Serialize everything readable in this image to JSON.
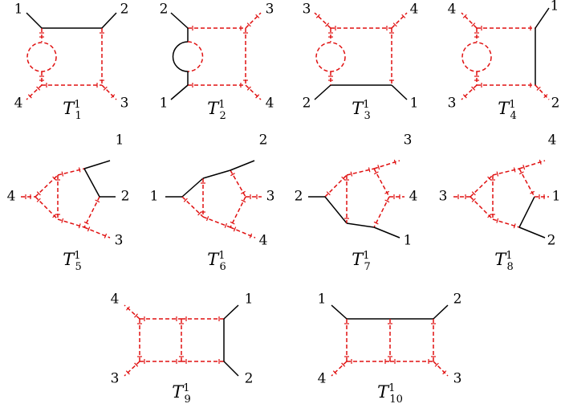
{
  "colors": {
    "massive": "#000000",
    "massless": "#e01010"
  },
  "diagrams": [
    {
      "id": "T1",
      "title": "T",
      "sub": "1",
      "sup": "1",
      "labels": [
        "1",
        "2",
        "3",
        "4"
      ]
    },
    {
      "id": "T2",
      "title": "T",
      "sub": "2",
      "sup": "1",
      "labels": [
        "1",
        "2",
        "3",
        "4"
      ]
    },
    {
      "id": "T3",
      "title": "T",
      "sub": "3",
      "sup": "1",
      "labels": [
        "1",
        "2",
        "3",
        "4"
      ]
    },
    {
      "id": "T4",
      "title": "T",
      "sub": "4",
      "sup": "1",
      "labels": [
        "1",
        "2",
        "3",
        "4"
      ]
    },
    {
      "id": "T5",
      "title": "T",
      "sub": "5",
      "sup": "1",
      "labels": [
        "1",
        "2",
        "3",
        "4"
      ]
    },
    {
      "id": "T6",
      "title": "T",
      "sub": "6",
      "sup": "1",
      "labels": [
        "1",
        "2",
        "3",
        "4"
      ]
    },
    {
      "id": "T7",
      "title": "T",
      "sub": "7",
      "sup": "1",
      "labels": [
        "1",
        "2",
        "3",
        "4"
      ]
    },
    {
      "id": "T8",
      "title": "T",
      "sub": "8",
      "sup": "1",
      "labels": [
        "1",
        "2",
        "3",
        "4"
      ]
    },
    {
      "id": "T9",
      "title": "T",
      "sub": "9",
      "sup": "1",
      "labels": [
        "1",
        "2",
        "3",
        "4"
      ]
    },
    {
      "id": "T10",
      "title": "T",
      "sub": "10",
      "sup": "1",
      "labels": [
        "1",
        "2",
        "3",
        "4"
      ]
    }
  ]
}
